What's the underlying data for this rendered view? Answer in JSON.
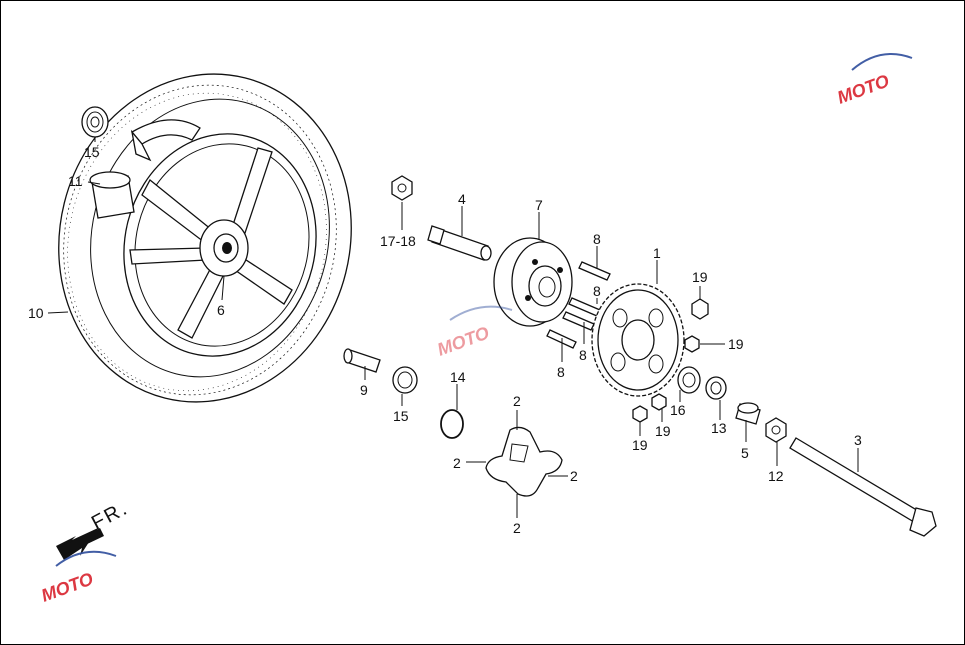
{
  "diagram": {
    "direction_label": "FR.",
    "watermark": "MOTO",
    "callouts": {
      "c1": "1",
      "c2a": "2",
      "c2b": "2",
      "c2c": "2",
      "c2d": "2",
      "c3": "3",
      "c4": "4",
      "c5": "5",
      "c6": "6",
      "c7": "7",
      "c8a": "8",
      "c8b": "8",
      "c8c": "8",
      "c8d": "8",
      "c9": "9",
      "c10": "10",
      "c11": "11",
      "c12": "12",
      "c13": "13",
      "c14": "14",
      "c15a": "15",
      "c15b": "15",
      "c16": "16",
      "c1718": "17-18",
      "c19a": "19",
      "c19b": "19",
      "c19c": "19",
      "c19d": "19"
    }
  },
  "colors": {
    "accent_red": "#d9232e",
    "accent_blue": "#2e4d9c",
    "line": "#111111"
  }
}
